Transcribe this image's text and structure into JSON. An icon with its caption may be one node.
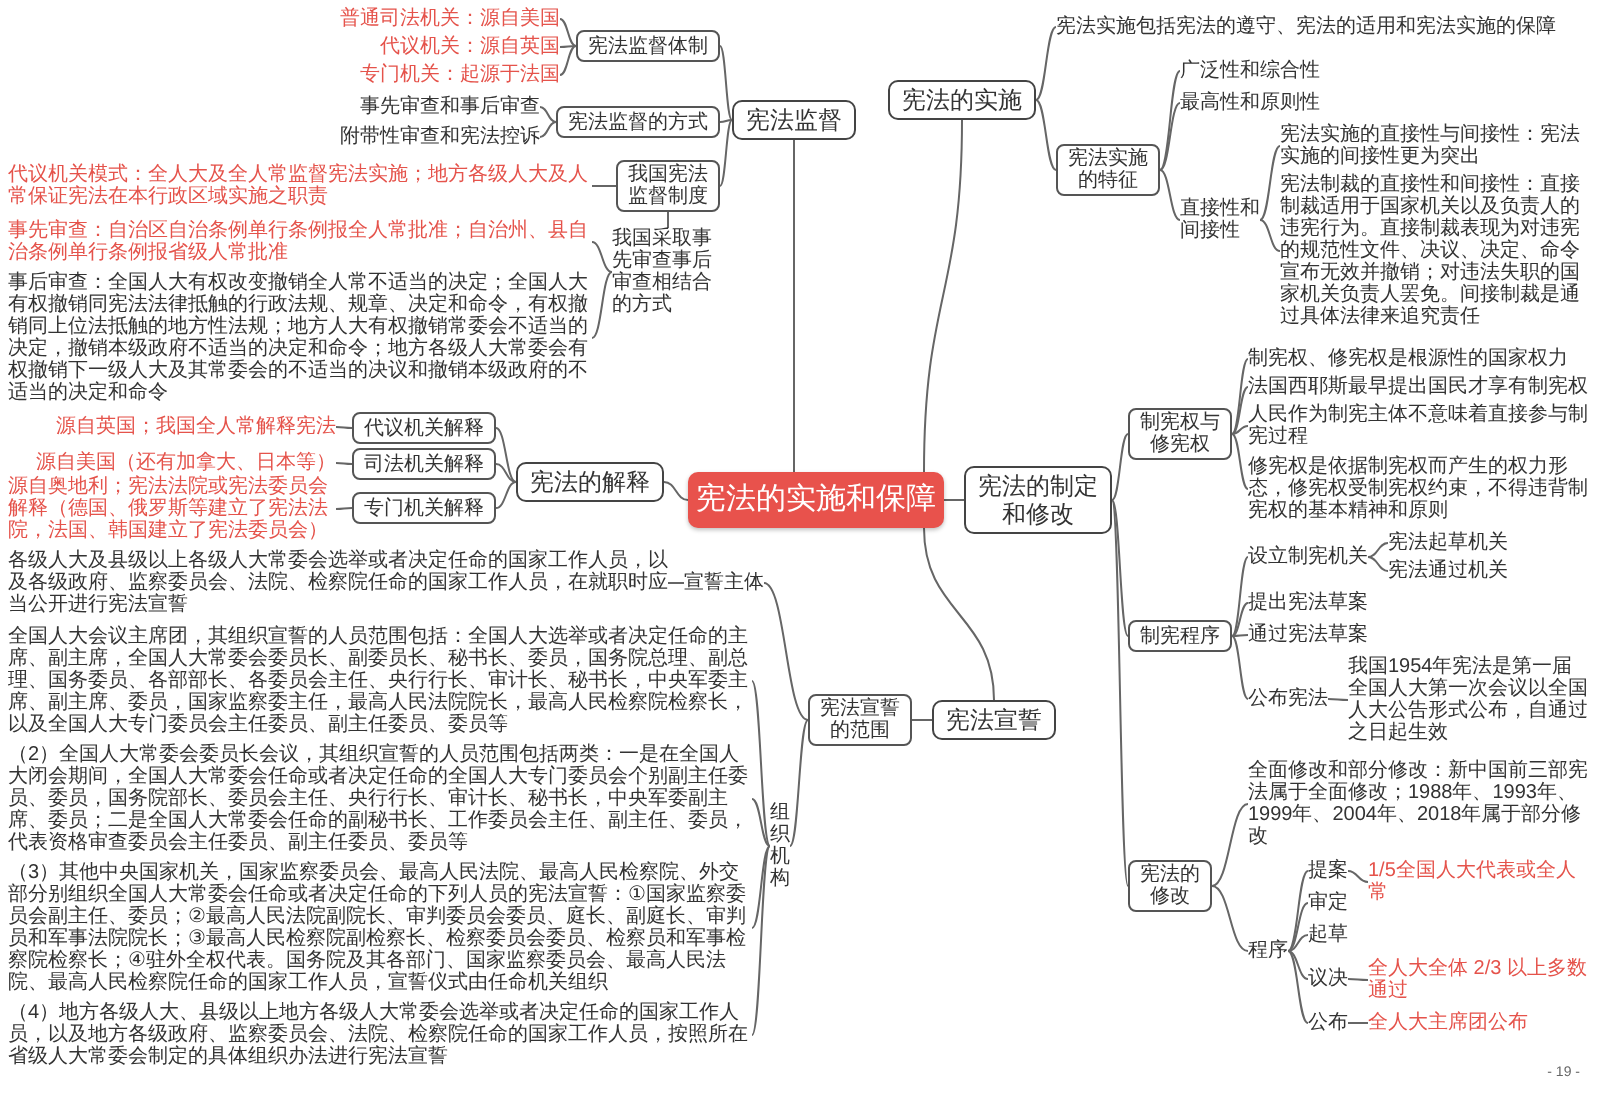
{
  "diagram": {
    "nodes": [
      {
        "text": [
          "宪法的实施和保障"
        ]
      },
      {
        "text": [
          "宪法监督"
        ]
      },
      {
        "text": [
          "宪法监督体制"
        ]
      },
      {
        "text": [
          "普通司法机关：源自美国"
        ]
      },
      {
        "text": [
          "代议机关：源自英国"
        ]
      },
      {
        "text": [
          "专门机关：起源于法国"
        ]
      },
      {
        "text": [
          "宪法监督的方式"
        ]
      },
      {
        "text": [
          "事先审查和事后审查"
        ]
      },
      {
        "text": [
          "附带性审查和宪法控诉"
        ]
      },
      {
        "text": [
          "我国宪法监督制度"
        ]
      },
      {
        "text": [
          "代议机关模式：全人大及全人常监督宪法实施；地方各级人大及人常保证宪法在本行政区域实施之职责"
        ]
      },
      {
        "text": [
          "我国采取事先审查事后审查相结合的方式"
        ]
      },
      {
        "text": [
          "事先审查：自治区自治条例单行条例报全人常批准；自治州、县自治条例单行条例报省级人常批准"
        ]
      },
      {
        "text": [
          "事后审查：全国人大有权改变撤销全人常不适当的决定；全国人大有权撤销同宪法法律抵触的行政法规、规章、决定和命令，有权撤销同上位法抵触的地方性法规；地方人大有权撤销常委会不适当的决定，撤销本级政府不适当的决定和命令；地方各级人大常委会有权撤销下一级人大及其常委会的不适当的决议和撤销本级政府的不适当的决定和命令"
        ]
      },
      {
        "text": [
          "宪法的解释"
        ]
      },
      {
        "text": [
          "代议机关解释"
        ]
      },
      {
        "text": [
          "源自英国；我国全人常解释宪法"
        ]
      },
      {
        "text": [
          "司法机关解释"
        ]
      },
      {
        "text": [
          "源自美国（还有加拿大、日本等）"
        ]
      },
      {
        "text": [
          "专门机关解释"
        ]
      },
      {
        "text": [
          "源自奥地利；宪法法院或宪法委员会解释（德国、俄罗斯等建立了宪法法院，法国、韩国建立了宪法委员会）"
        ]
      },
      {
        "text": [
          "宪法宣誓"
        ]
      },
      {
        "text": [
          "宪法宣誓的范围"
        ]
      },
      {
        "text": [
          "宣誓主体"
        ]
      },
      {
        "text": [
          "各级人大及县级以上各级人大常委会选举或者决定任命的国家工作人员，以及各级政府、监察委员会、法院、检察院任命的国家工作人员，在就职时应当公开进行宪法宣誓"
        ]
      },
      {
        "text": [
          "组织机构"
        ]
      },
      {
        "text": [
          "全国人大会议主席团，其组织宣誓的人员范围包括：全国人大选举或者决定任命的主席、副主席，全国人大常委会委员长、副委员长、秘书长、委员，国务院总理、副总理、国务委员、各部部长、各委员会主任、央行行长、审计长、秘书长，中央军委主席、副主席、委员，国家监察委主任，最高人民法院院长，最高人民检察院检察长，以及全国人大专门委员会主任委员、副主任委员、委员等"
        ]
      },
      {
        "text": [
          "（2）全国人大常委会委员长会议，其组织宣誓的人员范围包括两类：一是在全国人大闭会期间，全国人大常委会任命或者决定任命的全国人大专门委员会个别副主任委员、委员，国务院部长、委员会主任、央行行长、审计长、秘书长，中央军委副主席、委员；二是全国人大常委会任命的副秘书长、工作委员会主任、副主任、委员，代表资格审查委员会主任委员、副主任委员、委员等"
        ]
      },
      {
        "text": [
          "（3）其他中央国家机关，国家监察委员会、最高人民法院、最高人民检察院、外交部分别组织全国人大常委会任命或者决定任命的下列人员的宪法宣誓：①国家监察委员会副主任、委员；②最高人民法院副院长、审判委员会委员、庭长、副庭长、审判员和军事法院院长；③最高人民检察院副检察长、检察委员会委员、检察员和军事检察院检察长；④驻外全权代表。国务院及其各部门、国家监察委员会、最高人民法院、最高人民检察院任命的国家工作人员，宣誓仪式由任命机关组织"
        ]
      },
      {
        "text": [
          "（4）地方各级人大、县级以上地方各级人大常委会选举或者决定任命的国家工作人员，以及地方各级政府、监察委员会、法院、检察院任命的国家工作人员，按照所在省级人大常委会制定的具体组织办法进行宪法宣誓"
        ]
      },
      {
        "text": [
          "宪法的实施"
        ]
      },
      {
        "text": [
          "宪法实施包括宪法的遵守、宪法的适用和宪法实施的保障"
        ]
      },
      {
        "text": [
          "宪法实施的特征"
        ]
      },
      {
        "text": [
          "广泛性和综合性"
        ]
      },
      {
        "text": [
          "最高性和原则性"
        ]
      },
      {
        "text": [
          "直接性和间接性"
        ]
      },
      {
        "text": [
          "宪法实施的直接性与间接性：宪法实施的间接性更为突出"
        ]
      },
      {
        "text": [
          "宪法制裁的直接性和间接性：直接制裁适用于国家机关以及负责人的违宪行为。直接制裁表现为对违宪的规范性文件、决议、决定、命令宣布无效并撤销；对违法失职的国家机关负责人罢免。间接制裁是通过具体法律来追究责任"
        ]
      },
      {
        "text": [
          "宪法的制定和修改"
        ]
      },
      {
        "text": [
          "制宪权与修宪权"
        ]
      },
      {
        "text": [
          "制宪权、修宪权是根源性的国家权力"
        ]
      },
      {
        "text": [
          "法国西耶斯最早提出国民才享有制宪权"
        ]
      },
      {
        "text": [
          "人民作为制宪主体不意味着直接参与制宪过程"
        ]
      },
      {
        "text": [
          "修宪权是依据制宪权而产生的权力形态，修宪权受制宪权约束，不得违背制宪权的基本精神和原则"
        ]
      },
      {
        "text": [
          "制宪程序"
        ]
      },
      {
        "text": [
          "设立制宪机关"
        ]
      },
      {
        "text": [
          "宪法起草机关"
        ]
      },
      {
        "text": [
          "宪法通过机关"
        ]
      },
      {
        "text": [
          "提出宪法草案"
        ]
      },
      {
        "text": [
          "通过宪法草案"
        ]
      },
      {
        "text": [
          "公布宪法"
        ]
      },
      {
        "text": [
          "我国1954年宪法是第一届全国人大第一次会议以全国人大公告形式公布，自通过之日起生效"
        ]
      },
      {
        "text": [
          "宪法的修改"
        ]
      },
      {
        "text": [
          "全面修改和部分修改：新中国前三部宪法属于全面修改；1988年、1993年、1999年、2004年、2018年属于部分修改"
        ]
      },
      {
        "text": [
          "程序"
        ]
      },
      {
        "text": [
          "提案"
        ]
      },
      {
        "text": [
          "1/5全国人大代表或全人常"
        ]
      },
      {
        "text": [
          "审定"
        ]
      },
      {
        "text": [
          "起草"
        ]
      },
      {
        "text": [
          "议决"
        ]
      },
      {
        "text": [
          "全人大全体 2/3 以上多数通过"
        ]
      },
      {
        "text": [
          "公布"
        ]
      },
      {
        "text": [
          "全人大主席团公布"
        ]
      }
    ],
    "edges": [
      {
        "from": 0,
        "to": 1,
        "arrow": "none"
      },
      {
        "from": 1,
        "to": 2,
        "arrow": "none"
      },
      {
        "from": 2,
        "to": 3,
        "arrow": "none"
      },
      {
        "from": 2,
        "to": 4,
        "arrow": "none"
      },
      {
        "from": 2,
        "to": 5,
        "arrow": "none"
      },
      {
        "from": 1,
        "to": 6,
        "arrow": "none"
      },
      {
        "from": 6,
        "to": 7,
        "arrow": "none"
      },
      {
        "from": 6,
        "to": 8,
        "arrow": "none"
      },
      {
        "from": 1,
        "to": 9,
        "arrow": "none"
      },
      {
        "from": 9,
        "to": 10,
        "arrow": "none"
      },
      {
        "from": 9,
        "to": 11,
        "arrow": "none"
      },
      {
        "from": 11,
        "to": 12,
        "arrow": "none"
      },
      {
        "from": 11,
        "to": 13,
        "arrow": "none"
      },
      {
        "from": 0,
        "to": 14,
        "arrow": "none"
      },
      {
        "from": 14,
        "to": 15,
        "arrow": "none"
      },
      {
        "from": 15,
        "to": 16,
        "arrow": "none"
      },
      {
        "from": 14,
        "to": 17,
        "arrow": "none"
      },
      {
        "from": 17,
        "to": 18,
        "arrow": "none"
      },
      {
        "from": 14,
        "to": 19,
        "arrow": "none"
      },
      {
        "from": 19,
        "to": 20,
        "arrow": "none"
      },
      {
        "from": 0,
        "to": 21,
        "arrow": "none"
      },
      {
        "from": 21,
        "to": 22,
        "arrow": "none"
      },
      {
        "from": 22,
        "to": 23,
        "arrow": "none"
      },
      {
        "from": 23,
        "to": 24,
        "arrow": "none"
      },
      {
        "from": 22,
        "to": 25,
        "arrow": "none"
      },
      {
        "from": 25,
        "to": 26,
        "arrow": "none"
      },
      {
        "from": 25,
        "to": 27,
        "arrow": "none"
      },
      {
        "from": 25,
        "to": 28,
        "arrow": "none"
      },
      {
        "from": 25,
        "to": 29,
        "arrow": "none"
      },
      {
        "from": 0,
        "to": 30,
        "arrow": "none"
      },
      {
        "from": 30,
        "to": 31,
        "arrow": "none"
      },
      {
        "from": 30,
        "to": 32,
        "arrow": "none"
      },
      {
        "from": 32,
        "to": 33,
        "arrow": "none"
      },
      {
        "from": 32,
        "to": 34,
        "arrow": "none"
      },
      {
        "from": 32,
        "to": 35,
        "arrow": "none"
      },
      {
        "from": 35,
        "to": 36,
        "arrow": "none"
      },
      {
        "from": 35,
        "to": 37,
        "arrow": "none"
      },
      {
        "from": 0,
        "to": 38,
        "arrow": "none"
      },
      {
        "from": 38,
        "to": 39,
        "arrow": "none"
      },
      {
        "from": 39,
        "to": 40,
        "arrow": "none"
      },
      {
        "from": 39,
        "to": 41,
        "arrow": "none"
      },
      {
        "from": 39,
        "to": 42,
        "arrow": "none"
      },
      {
        "from": 39,
        "to": 43,
        "arrow": "none"
      },
      {
        "from": 38,
        "to": 44,
        "arrow": "none"
      },
      {
        "from": 44,
        "to": 45,
        "arrow": "none"
      },
      {
        "from": 45,
        "to": 46,
        "arrow": "none"
      },
      {
        "from": 45,
        "to": 47,
        "arrow": "none"
      },
      {
        "from": 44,
        "to": 48,
        "arrow": "none"
      },
      {
        "from": 44,
        "to": 49,
        "arrow": "none"
      },
      {
        "from": 44,
        "to": 50,
        "arrow": "none"
      },
      {
        "from": 50,
        "to": 51,
        "arrow": "none"
      },
      {
        "from": 38,
        "to": 52,
        "arrow": "none"
      },
      {
        "from": 52,
        "to": 53,
        "arrow": "none"
      },
      {
        "from": 52,
        "to": 54,
        "arrow": "none"
      },
      {
        "from": 54,
        "to": 55,
        "arrow": "none"
      },
      {
        "from": 55,
        "to": 56,
        "arrow": "none"
      },
      {
        "from": 54,
        "to": 57,
        "arrow": "none"
      },
      {
        "from": 54,
        "to": 58,
        "arrow": "none"
      },
      {
        "from": 54,
        "to": 59,
        "arrow": "none"
      },
      {
        "from": 59,
        "to": 60,
        "arrow": "none"
      },
      {
        "from": 54,
        "to": 61,
        "arrow": "none"
      },
      {
        "from": 61,
        "to": 62,
        "arrow": "none"
      }
    ],
    "labels": [
      "- 19 -"
    ]
  }
}
